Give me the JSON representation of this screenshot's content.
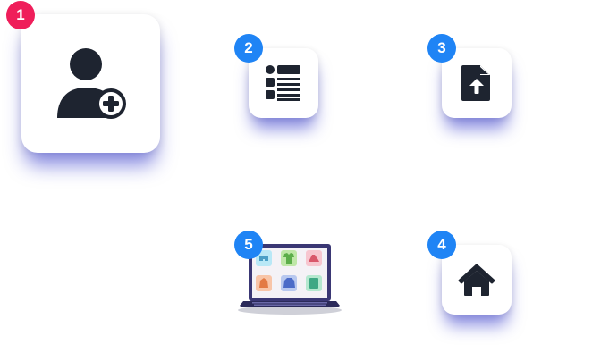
{
  "colors": {
    "badge_first": "#ef1e5a",
    "badge_default": "#1f84f5",
    "icon_dark": "#1e2430",
    "shadow": "#282ec8"
  },
  "steps": [
    {
      "number": "1",
      "icon": "add-user-icon",
      "caption": ""
    },
    {
      "number": "2",
      "icon": "list-details-icon",
      "caption": ""
    },
    {
      "number": "3",
      "icon": "file-upload-icon",
      "caption": ""
    },
    {
      "number": "4",
      "icon": "home-icon",
      "caption": ""
    },
    {
      "number": "5",
      "icon": "laptop-store-icon",
      "caption": ""
    }
  ]
}
